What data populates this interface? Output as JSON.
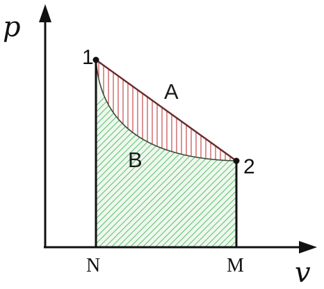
{
  "axes": {
    "vertical_label": "p",
    "horizontal_label": "v",
    "tick_left": "N",
    "tick_right": "M"
  },
  "points": {
    "start_label": "1",
    "end_label": "2"
  },
  "regions": {
    "upper_label": "A",
    "lower_label": "B"
  },
  "colors": {
    "axis": "#111111",
    "straight_path": "#6b2a2a",
    "upper_hatch": "#c0393b",
    "lower_hatch": "#5fbf6f",
    "lower_fill": "#eef8ee",
    "curve": "#3a4a3a"
  }
}
